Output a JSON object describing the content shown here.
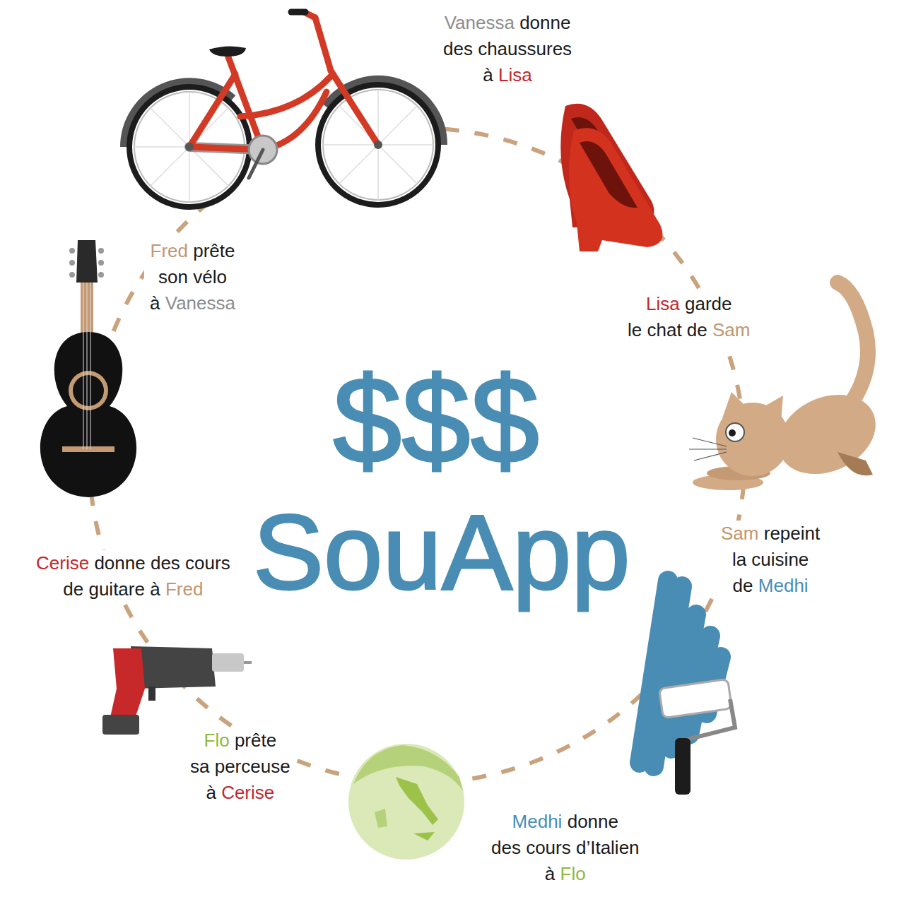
{
  "diagram": {
    "title": "SouApp",
    "labels": [
      "$$$",
      "Vanessa",
      "donne",
      "des chaussures",
      "à",
      "Lisa",
      "Lisa",
      "garde",
      "le chat de",
      "Sam",
      "Sam",
      "repeint",
      "la cuisine",
      "de",
      "Medhi",
      "Medhi",
      "donne",
      "des cours d’Italien",
      "à",
      "Flo",
      "Flo",
      "prête",
      "sa perceuse",
      "à",
      "Cerise",
      "Cerise",
      "donne des cours",
      "de guitare à",
      "Fred",
      "Fred",
      "prête",
      "son vélo",
      "à",
      "Vanessa"
    ]
  }
}
